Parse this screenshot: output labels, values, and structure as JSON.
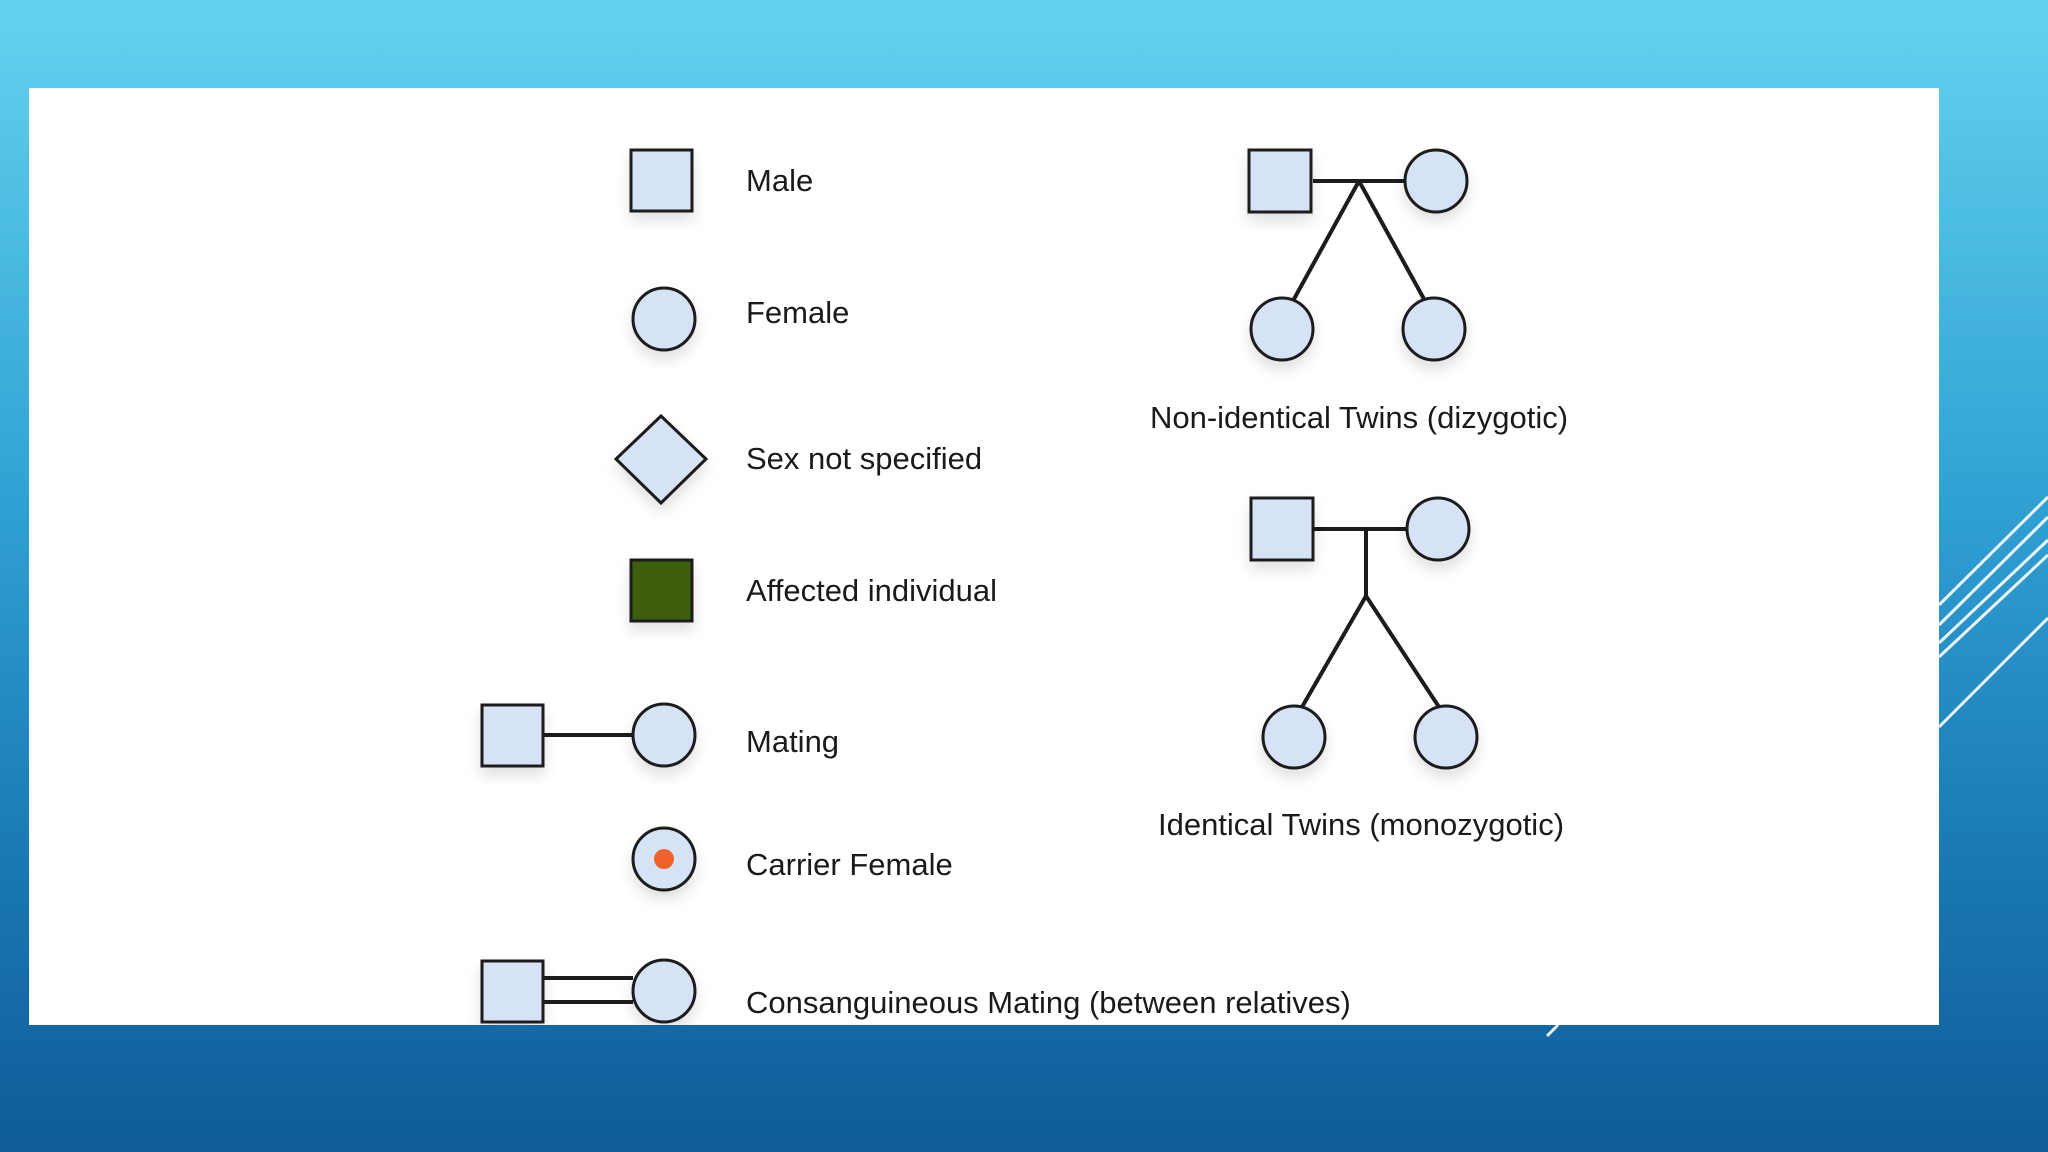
{
  "legend": {
    "items": [
      {
        "label": "Male"
      },
      {
        "label": "Female"
      },
      {
        "label": "Sex not specified"
      },
      {
        "label": "Affected individual"
      },
      {
        "label": "Mating"
      },
      {
        "label": "Carrier Female"
      },
      {
        "label": "Consanguineous Mating (between relatives)"
      }
    ]
  },
  "twins": {
    "dizygotic": {
      "label": "Non-identical Twins (dizygotic)"
    },
    "monozygotic": {
      "label": "Identical Twins (monozygotic)"
    }
  },
  "colors": {
    "symbol_fill": "#d6e3f7",
    "affected_fill": "#3e5f10",
    "carrier_dot": "#f0622a",
    "outline": "#1c1c1c"
  },
  "icons": [
    "square-male-icon",
    "circle-female-icon",
    "diamond-unknown-icon",
    "affected-square-icon",
    "carrier-dot-icon"
  ]
}
